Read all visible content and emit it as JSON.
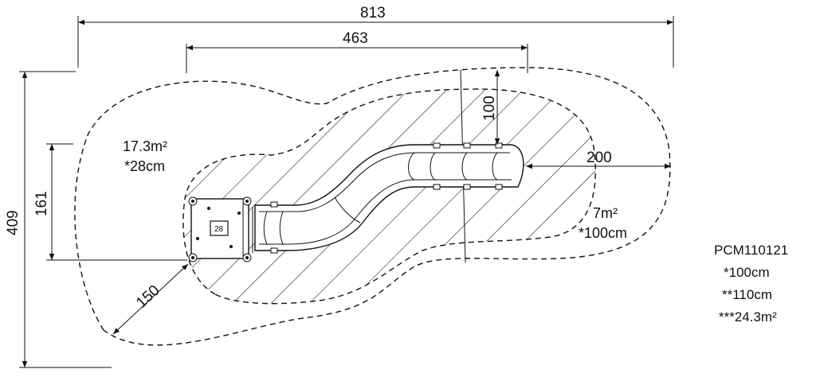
{
  "dimensions": {
    "total_width": "813",
    "inner_width": "463",
    "total_height": "409",
    "platform_height": "161",
    "offset_top": "100",
    "offset_right": "200",
    "offset_diag": "150"
  },
  "zones": {
    "large_area": "17.3m²",
    "large_height": "*28cm",
    "small_area": "7m²",
    "small_height": "*100cm"
  },
  "product": {
    "code": "PCM110121",
    "line1": "*100cm",
    "line2": "**110cm",
    "line3": "***24.3m²"
  },
  "platform_label": "28"
}
